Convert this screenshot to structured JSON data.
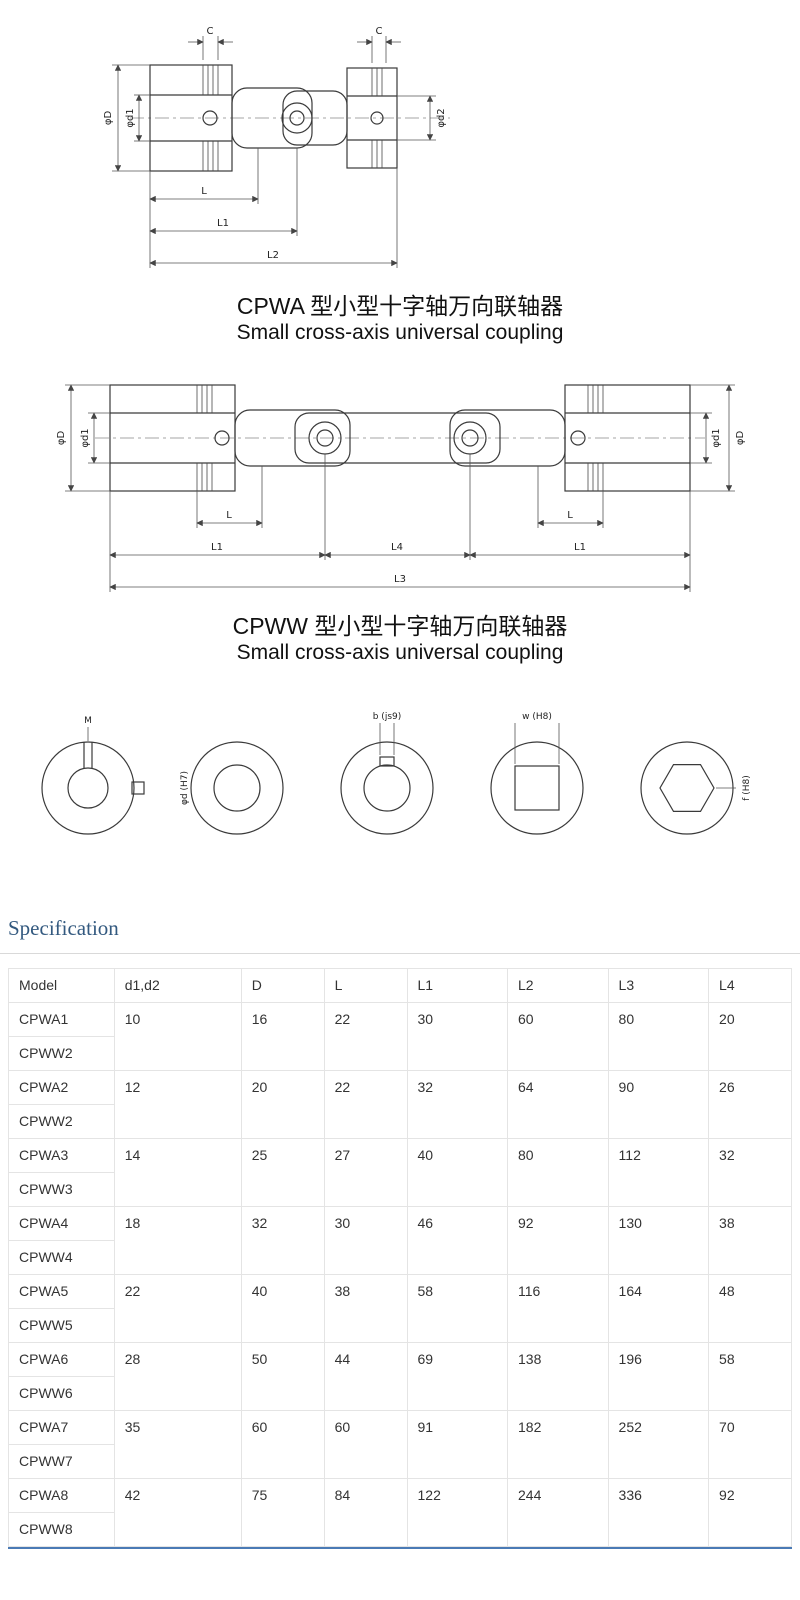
{
  "drawing_cpwa": {
    "title_cn": "CPWA 型小型十字轴万向联轴器",
    "title_en": "Small cross-axis universal coupling",
    "dims": {
      "c": "C",
      "phiD": "φD",
      "phid1": "φd1",
      "phid2": "φd2",
      "L": "L",
      "L1": "L1",
      "L2": "L2"
    }
  },
  "drawing_cpww": {
    "title_cn": "CPWW 型小型十字轴万向联轴器",
    "title_en": "Small cross-axis universal coupling",
    "dims": {
      "phiD": "φD",
      "phid1": "φd1",
      "L": "L",
      "L1": "L1",
      "L3": "L3",
      "L4": "L4"
    }
  },
  "section_views": {
    "labels": {
      "m": "M",
      "phid_h7": "φd (H7)",
      "b_js9": "b (js9)",
      "w_h8": "w (H8)",
      "f_h8": "f (H8)"
    }
  },
  "specification": {
    "heading": "Specification",
    "table": {
      "headers": [
        "Model",
        "d1,d2",
        "D",
        "L",
        "L1",
        "L2",
        "L3",
        "L4"
      ],
      "rows": [
        {
          "models": [
            "CPWA1",
            "CPWW2"
          ],
          "values": [
            "10",
            "16",
            "22",
            "30",
            "60",
            "80",
            "20"
          ]
        },
        {
          "models": [
            "CPWA2",
            "CPWW2"
          ],
          "values": [
            "12",
            "20",
            "22",
            "32",
            "64",
            "90",
            "26"
          ]
        },
        {
          "models": [
            "CPWA3",
            "CPWW3"
          ],
          "values": [
            "14",
            "25",
            "27",
            "40",
            "80",
            "112",
            "32"
          ]
        },
        {
          "models": [
            "CPWA4",
            "CPWW4"
          ],
          "values": [
            "18",
            "32",
            "30",
            "46",
            "92",
            "130",
            "38"
          ]
        },
        {
          "models": [
            "CPWA5",
            "CPWW5"
          ],
          "values": [
            "22",
            "40",
            "38",
            "58",
            "116",
            "164",
            "48"
          ]
        },
        {
          "models": [
            "CPWA6",
            "CPWW6"
          ],
          "values": [
            "28",
            "50",
            "44",
            "69",
            "138",
            "196",
            "58"
          ]
        },
        {
          "models": [
            "CPWA7",
            "CPWW7"
          ],
          "values": [
            "35",
            "60",
            "60",
            "91",
            "182",
            "252",
            "70"
          ]
        },
        {
          "models": [
            "CPWA8",
            "CPWW8"
          ],
          "values": [
            "42",
            "75",
            "84",
            "122",
            "244",
            "336",
            "92"
          ]
        }
      ]
    }
  },
  "colors": {
    "heading": "#33597f",
    "table_border": "#e4e4e4",
    "bottom_rule": "#4a7ab5",
    "line_art": "#3a3a3a"
  }
}
